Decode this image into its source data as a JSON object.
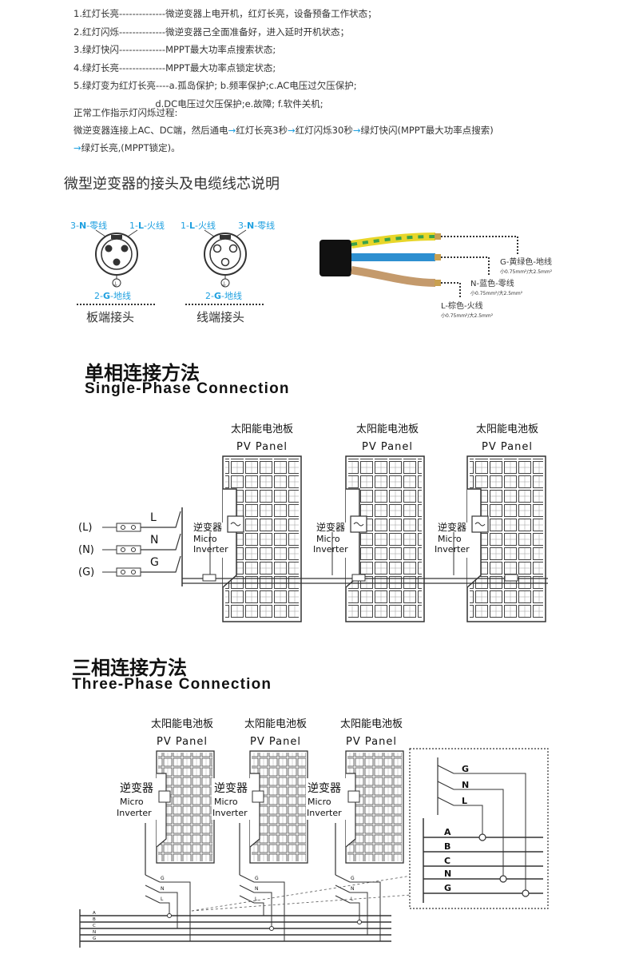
{
  "status_lines": [
    "1.红灯长亮--------------微逆变器上电开机，红灯长亮，设备预备工作状态；",
    "2.红灯闪烁--------------微逆变器己全面准备好，进入延时开机状态；",
    "3.绿灯快闪--------------MPPT最大功率点搜索状态;",
    "4.绿灯长亮--------------MPPT最大功率点锁定状态;",
    "5.绿灯变为红灯长亮----a.孤岛保护; b.频率保护;c.AC电压过欠压保护;",
    "                            d.DC电压过欠压保护;e.故障; f.软件关机;"
  ],
  "normal": {
    "title": "正常工作指示灯闪烁过程:",
    "line1": [
      "微逆变器连接上AC、DC端，然后通电",
      "→",
      "红灯长亮3秒",
      "→",
      "红灯闪烁30秒",
      "→",
      "绿灯快闪(MPPT最大功率点搜索)"
    ],
    "line2": [
      "→",
      "绿灯长亮,(MPPT锁定)。"
    ]
  },
  "connector_section": {
    "title": "微型逆变器的接头及电缆线芯说明",
    "board": {
      "top_left_num": "3-",
      "top_left_letter": "N",
      "top_left_text": "-零线",
      "top_right_num": "1-",
      "top_right_letter": "L",
      "top_right_text": "-火线",
      "bottom_num": "2-",
      "bottom_letter": "G",
      "bottom_text": "-地线",
      "label": "板端接头"
    },
    "line": {
      "top_left_num": "1-",
      "top_left_letter": "L",
      "top_left_text": "-火线",
      "top_right_num": "3-",
      "top_right_letter": "N",
      "top_right_text": "-零线",
      "bottom_num": "2-",
      "bottom_letter": "G",
      "bottom_text": "-地线",
      "label": "线端接头"
    },
    "cable": {
      "g_label": "G-黄绿色-地线",
      "g_spec": "小0.75mm²/大2.5mm²",
      "n_label": "N-蓝色-零线",
      "n_spec": "小0.75mm²/大2.5mm²",
      "l_label": "L-棕色-火线",
      "l_spec": "小0.75mm²/大2.5mm²"
    }
  },
  "single_phase": {
    "title_cn": "单相连接方法",
    "title_en": "Single-Phase Connection",
    "panel_cn": "太阳能电池板",
    "panel_en": "PV Panel",
    "inv_cn": "逆变器",
    "inv_en1": "Micro",
    "inv_en2": "Inverter",
    "lines": [
      "(L)",
      "(N)",
      "(G)"
    ],
    "line_letters": [
      "L",
      "N",
      "G"
    ]
  },
  "three_phase": {
    "title_cn": "三相连接方法",
    "title_en": "Three-Phase Connection",
    "panel_cn": "太阳能电池板",
    "panel_en": "PV Panel",
    "inv_cn": "逆变器",
    "inv_en1": "Micro",
    "inv_en2": "Inverter",
    "detail_top": [
      "G",
      "N",
      "L"
    ],
    "bus": [
      "A",
      "B",
      "C",
      "N",
      "G"
    ]
  },
  "colors": {
    "blue_text": "#1fa0e0",
    "line": "#333333",
    "cable_yellow": "#e8d62a",
    "cable_green": "#3aa24a",
    "cable_blue": "#2d8fd0",
    "cable_brown": "#c49a6c"
  }
}
